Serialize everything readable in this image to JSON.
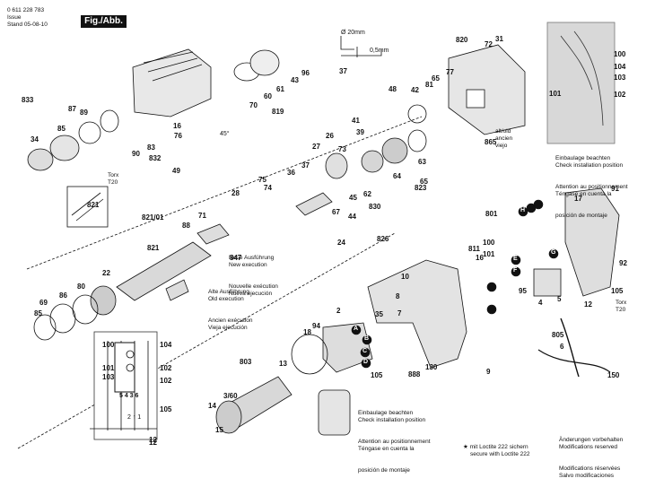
{
  "header": {
    "part_number": "0 611 228 783",
    "issue_label": "Issue",
    "stand_label": "Stand",
    "date": "05-08-10",
    "figure": "Fig./Abb. 1"
  },
  "dimensions": {
    "diameter": "Ø 20mm",
    "thickness": "0,5mm",
    "angle": "45°"
  },
  "notes": {
    "new_execution": [
      "Neue Ausführung",
      "New execution",
      "Nouvelle exécution",
      "Nueva ejecución"
    ],
    "old_execution": [
      "Alte Ausführung",
      "Old execution",
      "Ancien exécution",
      "Vieja ejecución"
    ],
    "install_top": [
      "Einbaulage beachten",
      "Check installation position",
      "Attention au positionnement",
      "Téngase en cuenta la",
      "posición de montaje"
    ],
    "install_bottom": [
      "Einbaulage beachten",
      "Check installation position",
      "Attention au positionnement",
      "Téngase en cuenta la",
      "posición de montaje"
    ],
    "loctite": [
      "★ mit Loctite 222 sichern",
      "secure with Loctite 222"
    ],
    "modifications": [
      "Änderungen vorbehalten",
      "Modifications reserved",
      "Modifications réservées",
      "Salvo modificaciones"
    ],
    "old_version": [
      "alt/old",
      "ancien",
      "viejo"
    ],
    "torx_1": [
      "Torx",
      "T20"
    ],
    "torx_2": [
      "Torx",
      "T20"
    ]
  },
  "parts": [
    {
      "label": "833"
    },
    {
      "label": "87"
    },
    {
      "label": "89"
    },
    {
      "label": "34"
    },
    {
      "label": "85"
    },
    {
      "label": "16"
    },
    {
      "label": "76"
    },
    {
      "label": "83"
    },
    {
      "label": "832"
    },
    {
      "label": "49"
    },
    {
      "label": "90"
    },
    {
      "label": "70"
    },
    {
      "label": "60"
    },
    {
      "label": "61"
    },
    {
      "label": "819"
    },
    {
      "label": "43"
    },
    {
      "label": "96"
    },
    {
      "label": "37"
    },
    {
      "label": "820"
    },
    {
      "label": "72"
    },
    {
      "label": "31"
    },
    {
      "label": "48"
    },
    {
      "label": "42"
    },
    {
      "label": "81"
    },
    {
      "label": "65"
    },
    {
      "label": "77"
    },
    {
      "label": "865"
    },
    {
      "label": "100"
    },
    {
      "label": "104"
    },
    {
      "label": "103"
    },
    {
      "label": "101"
    },
    {
      "label": "102"
    },
    {
      "label": "41"
    },
    {
      "label": "39"
    },
    {
      "label": "26"
    },
    {
      "label": "73"
    },
    {
      "label": "27"
    },
    {
      "label": "36"
    },
    {
      "label": "37"
    },
    {
      "label": "75"
    },
    {
      "label": "74"
    },
    {
      "label": "28"
    },
    {
      "label": "64"
    },
    {
      "label": "63"
    },
    {
      "label": "65"
    },
    {
      "label": "823"
    },
    {
      "label": "62"
    },
    {
      "label": "45"
    },
    {
      "label": "67"
    },
    {
      "label": "830"
    },
    {
      "label": "44"
    },
    {
      "label": "24"
    },
    {
      "label": "826"
    },
    {
      "label": "821"
    },
    {
      "label": "821/01"
    },
    {
      "label": "88"
    },
    {
      "label": "71"
    },
    {
      "label": "821"
    },
    {
      "label": "847"
    },
    {
      "label": "22"
    },
    {
      "label": "80"
    },
    {
      "label": "86"
    },
    {
      "label": "69"
    },
    {
      "label": "85"
    },
    {
      "label": "8"
    },
    {
      "label": "801"
    },
    {
      "label": "17"
    },
    {
      "label": "91"
    },
    {
      "label": "92"
    },
    {
      "label": "105"
    },
    {
      "label": "12"
    },
    {
      "label": "4"
    },
    {
      "label": "95"
    },
    {
      "label": "5"
    },
    {
      "label": "805"
    },
    {
      "label": "6"
    },
    {
      "label": "150"
    },
    {
      "label": "811"
    },
    {
      "label": "16"
    },
    {
      "label": "100"
    },
    {
      "label": "101"
    },
    {
      "label": "10"
    },
    {
      "label": "7"
    },
    {
      "label": "888"
    },
    {
      "label": "130"
    },
    {
      "label": "9"
    },
    {
      "label": "2"
    },
    {
      "label": "35"
    },
    {
      "label": "94"
    },
    {
      "label": "18"
    },
    {
      "label": "105"
    },
    {
      "label": "803"
    },
    {
      "label": "13"
    },
    {
      "label": "3/60"
    },
    {
      "label": "14"
    },
    {
      "label": "15"
    },
    {
      "label": "12"
    }
  ],
  "wiring_labels": [
    "100",
    "104",
    "101",
    "103",
    "102",
    "102",
    "105",
    "12"
  ],
  "wiring_switch": "5 4 3 6",
  "wiring_small": "2 ↑ 1",
  "circle_letters": [
    "A",
    "B",
    "C",
    "D",
    "E",
    "F",
    "G",
    "H"
  ]
}
